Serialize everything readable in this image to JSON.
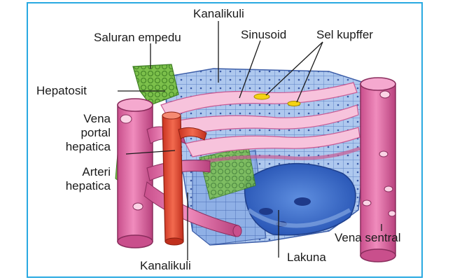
{
  "labels": {
    "kanalikuli_top": "Kanalikuli",
    "saluran_empedu": "Saluran empedu",
    "sinusoid": "Sinusoid",
    "sel_kupffer": "Sel kupffer",
    "hepatosit": "Hepatosit",
    "vena_portal": [
      "Vena",
      "portal",
      "hepatica"
    ],
    "arteri_hepatica": [
      "Arteri",
      "hepatica"
    ],
    "vena_sentral": "Vena sentral",
    "lakuna": "Lakuna",
    "kanalikuli_bottom": "Kanalikuli"
  },
  "colors": {
    "frame": "#29a9e1",
    "hepatocyte": "#a9c3ea",
    "hepatocyte_dark": "#6f8fcc",
    "sinus_pink": "#f2b6d2",
    "vein_magenta": "#d9609c",
    "artery_red": "#e94b35",
    "bile_green": "#63a83a",
    "kupffer_yellow": "#f4d313",
    "lacuna_blue": "#2f5fbf"
  }
}
